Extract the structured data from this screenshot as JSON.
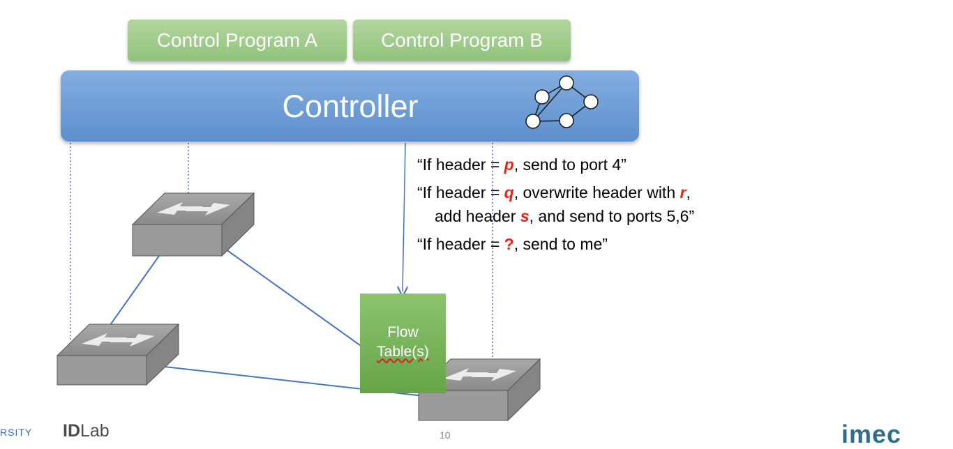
{
  "programs": [
    {
      "label": "Control Program A"
    },
    {
      "label": "Control Program B"
    }
  ],
  "controller": {
    "title": "Controller"
  },
  "rules": [
    {
      "parts": [
        "“If header = ",
        "p",
        ", send to port 4”"
      ]
    },
    {
      "parts": [
        "“If header = ",
        "q",
        ", overwrite header with ",
        "r",
        ","
      ]
    },
    {
      "parts": [
        "add header ",
        "s",
        ", and send to ports 5,6”"
      ]
    },
    {
      "parts": [
        "“If header = ",
        "?",
        ", send to me”"
      ]
    }
  ],
  "flow_table": {
    "line1": "Flow",
    "line2": "Table(s)"
  },
  "footer": {
    "left": "RSITY",
    "lab_a": "ID",
    "lab_b": "Lab",
    "page": "10",
    "right": "imec"
  },
  "colors": {
    "controller": "#5e8fcd",
    "program": "#8fc27b",
    "flow_table": "#66a446",
    "highlight": "#e8251a",
    "link": "#4a72c4"
  }
}
